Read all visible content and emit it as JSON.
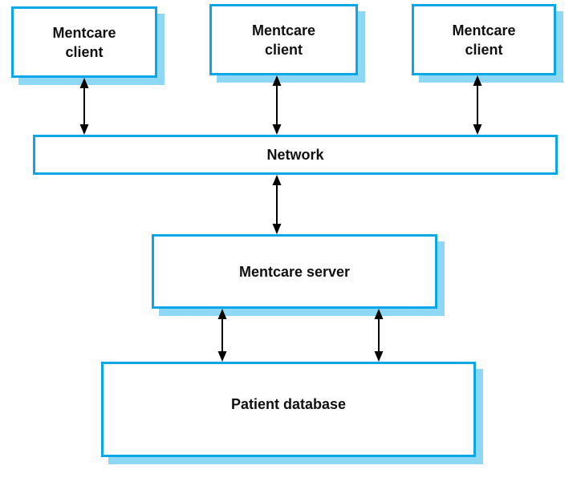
{
  "diagram": {
    "nodes": [
      {
        "id": "client-1",
        "label": "Mentcare\nclient"
      },
      {
        "id": "client-2",
        "label": "Mentcare\nclient"
      },
      {
        "id": "client-3",
        "label": "Mentcare\nclient"
      },
      {
        "id": "network",
        "label": "Network"
      },
      {
        "id": "server",
        "label": "Mentcare server"
      },
      {
        "id": "database",
        "label": "Patient database"
      }
    ],
    "edges": [
      {
        "from": "client-1",
        "to": "network",
        "style": "double-headed-arrow"
      },
      {
        "from": "client-2",
        "to": "network",
        "style": "double-headed-arrow"
      },
      {
        "from": "client-3",
        "to": "network",
        "style": "double-headed-arrow"
      },
      {
        "from": "network",
        "to": "server",
        "style": "double-headed-arrow"
      },
      {
        "from": "server",
        "to": "database",
        "style": "double-headed-arrow"
      },
      {
        "from": "server",
        "to": "database",
        "style": "double-headed-arrow"
      }
    ],
    "colors": {
      "box_border": "#0AA7E8",
      "box_shadow": "#8ED8F6",
      "box_fill": "#FFFFFF",
      "arrow": "#000000",
      "text": "#111111",
      "background": "#FFFFFF"
    }
  }
}
